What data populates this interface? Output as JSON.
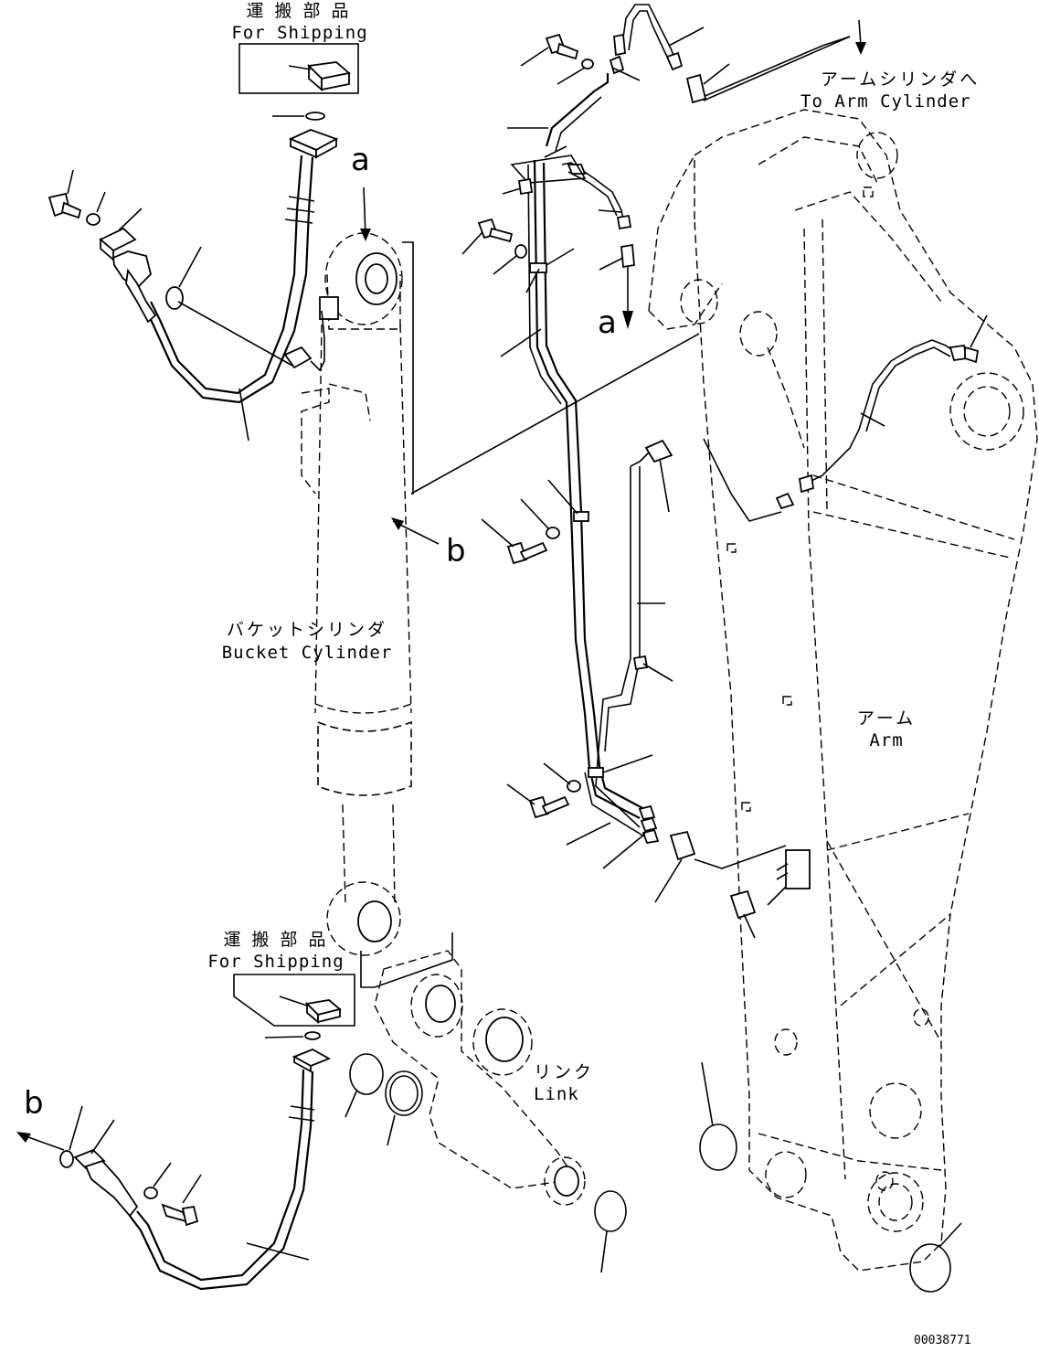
{
  "labels": {
    "shipping_top_jp": "運 搬 部 品",
    "shipping_top_en": "For Shipping",
    "shipping_bottom_jp": "運 搬 部 品",
    "shipping_bottom_en": "For Shipping",
    "arm_cylinder_jp": "アームシリンダへ",
    "arm_cylinder_en": "To Arm Cylinder",
    "bucket_cylinder_jp": "バケットシリンダ",
    "bucket_cylinder_en": "Bucket Cylinder",
    "arm_jp": "アーム",
    "arm_en": "Arm",
    "link_jp": "リンク",
    "link_en": "Link",
    "ref_a_top": "a",
    "ref_a_mid": "a",
    "ref_b_mid": "b",
    "ref_b_bottom": "b",
    "drawing_number": "00038771"
  },
  "icons": [
    "hose-assembly-icon",
    "bolt-icon",
    "washer-icon",
    "o-ring-icon",
    "grease-fitting-icon",
    "clamp-icon",
    "pipe-icon"
  ]
}
